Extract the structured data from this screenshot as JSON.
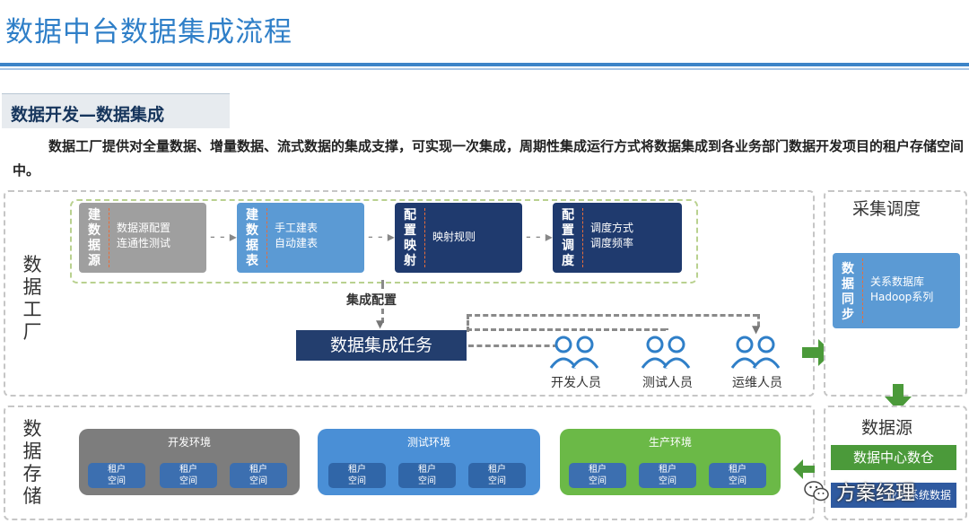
{
  "header": {
    "title": "数据中台数据集成流程"
  },
  "section": {
    "tab": "数据开发—数据集成"
  },
  "description": "数据工厂提供对全量数据、增量数据、流式数据的集成支撑，可实现一次集成，周期性集成运行方式将数据集成到各业务部门数据开发项目的租户存储空间中。",
  "factory": {
    "label": "数据工厂",
    "steps": [
      {
        "key": "建数据源",
        "text": "数据源配置\n连通性测试"
      },
      {
        "key": "建数据表",
        "text": "手工建表\n自动建表"
      },
      {
        "key": "配置映射",
        "text": "映射规则"
      },
      {
        "key": "配置调度",
        "text": "调度方式\n调度频率"
      }
    ],
    "config_label": "集成配置",
    "task_label": "数据集成任务",
    "people": [
      "开发人员",
      "测试人员",
      "运维人员"
    ]
  },
  "collect": {
    "title": "采集调度",
    "key": "数据同步",
    "text": "关系数据库\nHadoop系列"
  },
  "storage": {
    "label": "数据存储",
    "envs": [
      {
        "name": "开发环境",
        "spaces": [
          "租户\n空间",
          "租户\n空间",
          "租户\n空间"
        ]
      },
      {
        "name": "测试环境",
        "spaces": [
          "租户\n空间",
          "租户\n空间",
          "租户\n空间"
        ]
      },
      {
        "name": "生产环境",
        "spaces": [
          "租户\n空间",
          "租户\n空间",
          "租户\n空间"
        ]
      }
    ]
  },
  "source": {
    "title": "数据源",
    "dc": "数据中心数仓",
    "partial": "业务系统数据"
  },
  "watermark": "方案经理",
  "colors": {
    "title": "#2f7fc8",
    "navy": "#1f3a6e",
    "lightblue": "#5b9ad4",
    "gray": "#9f9f9f",
    "green": "#4b9a3a",
    "greenEnv": "#6bb947"
  }
}
